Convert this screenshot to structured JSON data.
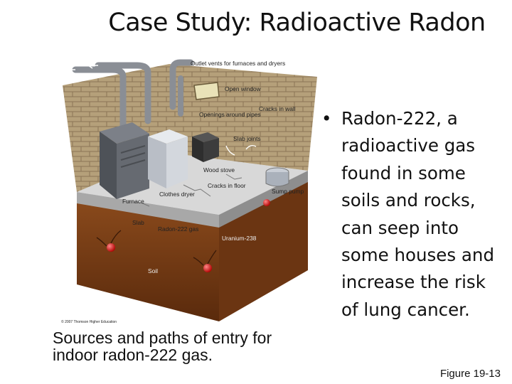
{
  "slide": {
    "title": "Case Study: Radioactive Radon",
    "bullet": "Radon-222, a radioactive gas found in some soils and rocks, can seep into some houses and increase the risk of lung cancer.",
    "caption": "Sources and paths of entry for indoor radon-222 gas.",
    "figure_ref": "Figure 19-13"
  },
  "figure": {
    "labels": {
      "outlet": "Outlet vents for furnaces and dryers",
      "open_window": "Open window",
      "cracks_wall": "Cracks in wall",
      "openings": "Openings around pipes",
      "slab_joints": "Slab joints",
      "wood_stove": "Wood stove",
      "cracks_floor": "Cracks in floor",
      "clothes_dryer": "Clothes dryer",
      "furnace": "Furnace",
      "sump_pump": "Sump pump",
      "slab": "Slab",
      "radon_gas": "Radon-222 gas",
      "uranium": "Uranium-238",
      "soil": "Soil",
      "copyright": "© 2007 Thomson Higher Education"
    }
  }
}
